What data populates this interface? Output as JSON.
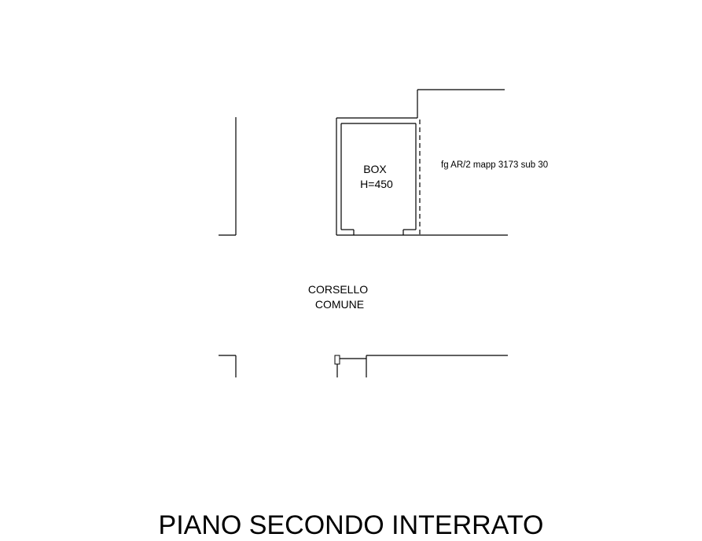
{
  "box": {
    "line1": "BOX",
    "line2": "H=450"
  },
  "cadastral_ref": "fg AR/2 mapp 3173 sub 30",
  "common_area": {
    "line1": "CORSELLO",
    "line2": "COMUNE"
  },
  "floor_title": "PIANO SECONDO INTERRATO"
}
